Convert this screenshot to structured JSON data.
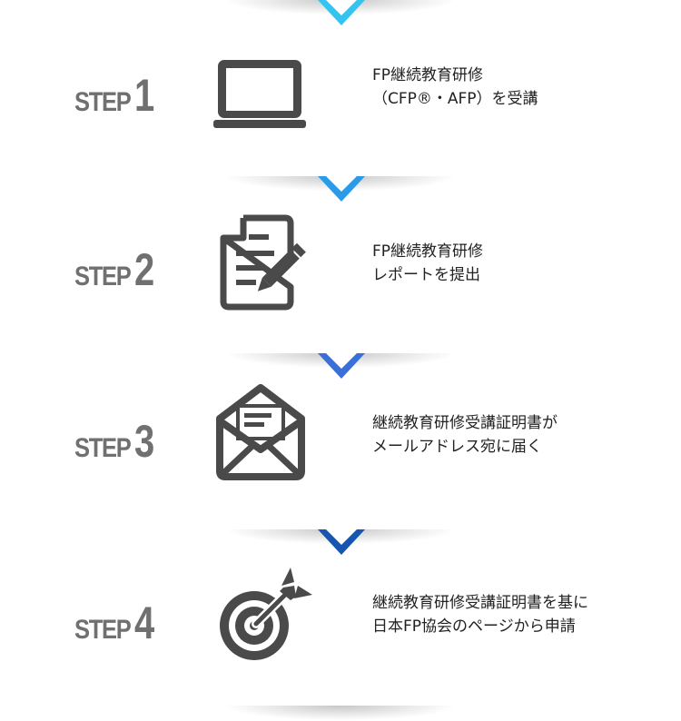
{
  "steps": [
    {
      "step_word": "STEP",
      "number": "1",
      "icon": "laptop-icon",
      "lines": [
        "FP継続教育研修",
        "（CFP®・AFP）を受講"
      ]
    },
    {
      "step_word": "STEP",
      "number": "2",
      "icon": "document-pencil-icon",
      "lines": [
        "FP継続教育研修",
        "レポートを提出"
      ]
    },
    {
      "step_word": "STEP",
      "number": "3",
      "icon": "envelope-letter-icon",
      "lines": [
        "継続教育研修受講証明書が",
        "メールアドレス宛に届く"
      ]
    },
    {
      "step_word": "STEP",
      "number": "4",
      "icon": "target-arrow-icon",
      "lines": [
        "継続教育研修受講証明書を基に",
        "日本FP協会のページから申請"
      ]
    }
  ],
  "colors": {
    "icon": "#4a4a4a",
    "label": "#707070",
    "arrow_1": "#35c4f0",
    "arrow_2": "#2a9be8",
    "arrow_3": "#3a6fd8",
    "arrow_4": "#1656b0"
  }
}
